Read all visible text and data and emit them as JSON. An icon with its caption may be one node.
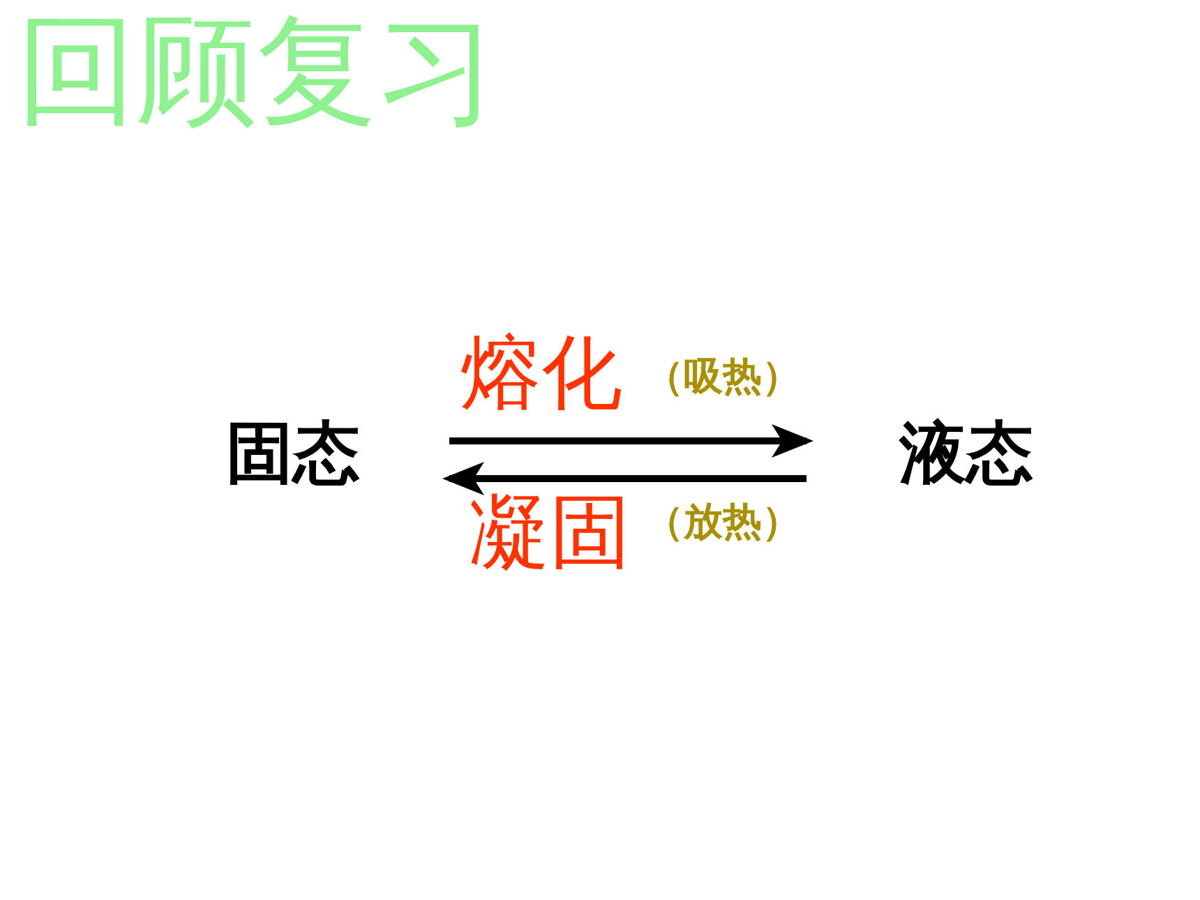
{
  "diagram": {
    "title": "回顾复习",
    "nodes": [
      {
        "text": [
          "固态"
        ]
      },
      {
        "text": [
          "液态"
        ]
      }
    ],
    "edges": [
      {
        "from": 0,
        "to": 1,
        "arrow": "to",
        "label": "熔化"
      },
      {
        "from": 1,
        "to": 0,
        "arrow": "to",
        "label": "凝固"
      }
    ],
    "labels": [
      "（吸热）",
      "（放热）"
    ]
  }
}
